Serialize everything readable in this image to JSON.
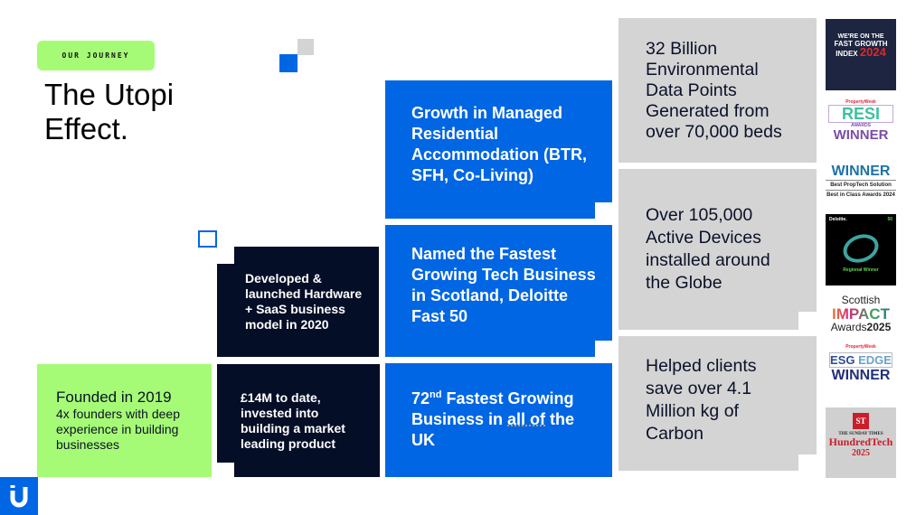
{
  "header": {
    "tag": "OUR JOURNEY",
    "title_line1": "The Utopi",
    "title_line2": "Effect."
  },
  "timeline": {
    "founded": {
      "heading": "Founded in 2019",
      "sub": "4x founders with deep experience in building businesses"
    },
    "hardware": "Developed & launched Hardware + SaaS business model in 2020",
    "funding": "£14M to date, invested into building a market leading product",
    "growth": "Growth in Managed Residential Accommodation (BTR, SFH, Co-Living)",
    "scotland": "Named the Fastest Growing Tech Business in Scotland, Deloitte Fast 50",
    "uk": {
      "rank": "72",
      "suffix": "nd",
      "rest": " Fastest Growing Business in ",
      "underlined": "all of",
      "end": " the UK"
    }
  },
  "stats": [
    "32 Billion Environmental Data Points Generated from over 70,000 beds",
    "Over 105,000 Active Devices installed around the Globe",
    "Helped clients save over 4.1 Million kg of Carbon"
  ],
  "awards": {
    "fast_growth": {
      "line1": "WE'RE ON THE",
      "line2": "FAST GROWTH INDEX",
      "year": "2024"
    },
    "resi": {
      "publisher": "PropertyWeek",
      "name": "RESI",
      "sub": "AWARDS",
      "result": "WINNER"
    },
    "best_in_class": {
      "result": "WINNER",
      "category": "Best PropTech Solution",
      "name": "Best in Class Awards 2024"
    },
    "deloitte": {
      "name": "Deloitte.",
      "rank": "50",
      "text": "Regional Winner"
    },
    "scottish_impact": {
      "line1": "Scottish",
      "line2": "IMPACT",
      "line3": "Awards",
      "year": "2025"
    },
    "esg_edge": {
      "publisher": "PropertyWeek",
      "esg": "ESG",
      "edge": "EDGE",
      "result": "WINNER"
    },
    "sunday_times": {
      "badge": "ST",
      "line1": "THE SUNDAY TIMES",
      "line2": "HundredTech",
      "year": "2025"
    }
  },
  "colors": {
    "green": "#a6fb76",
    "blue": "#0066e3",
    "navy": "#050e27",
    "grey": "#d4d4d4"
  }
}
